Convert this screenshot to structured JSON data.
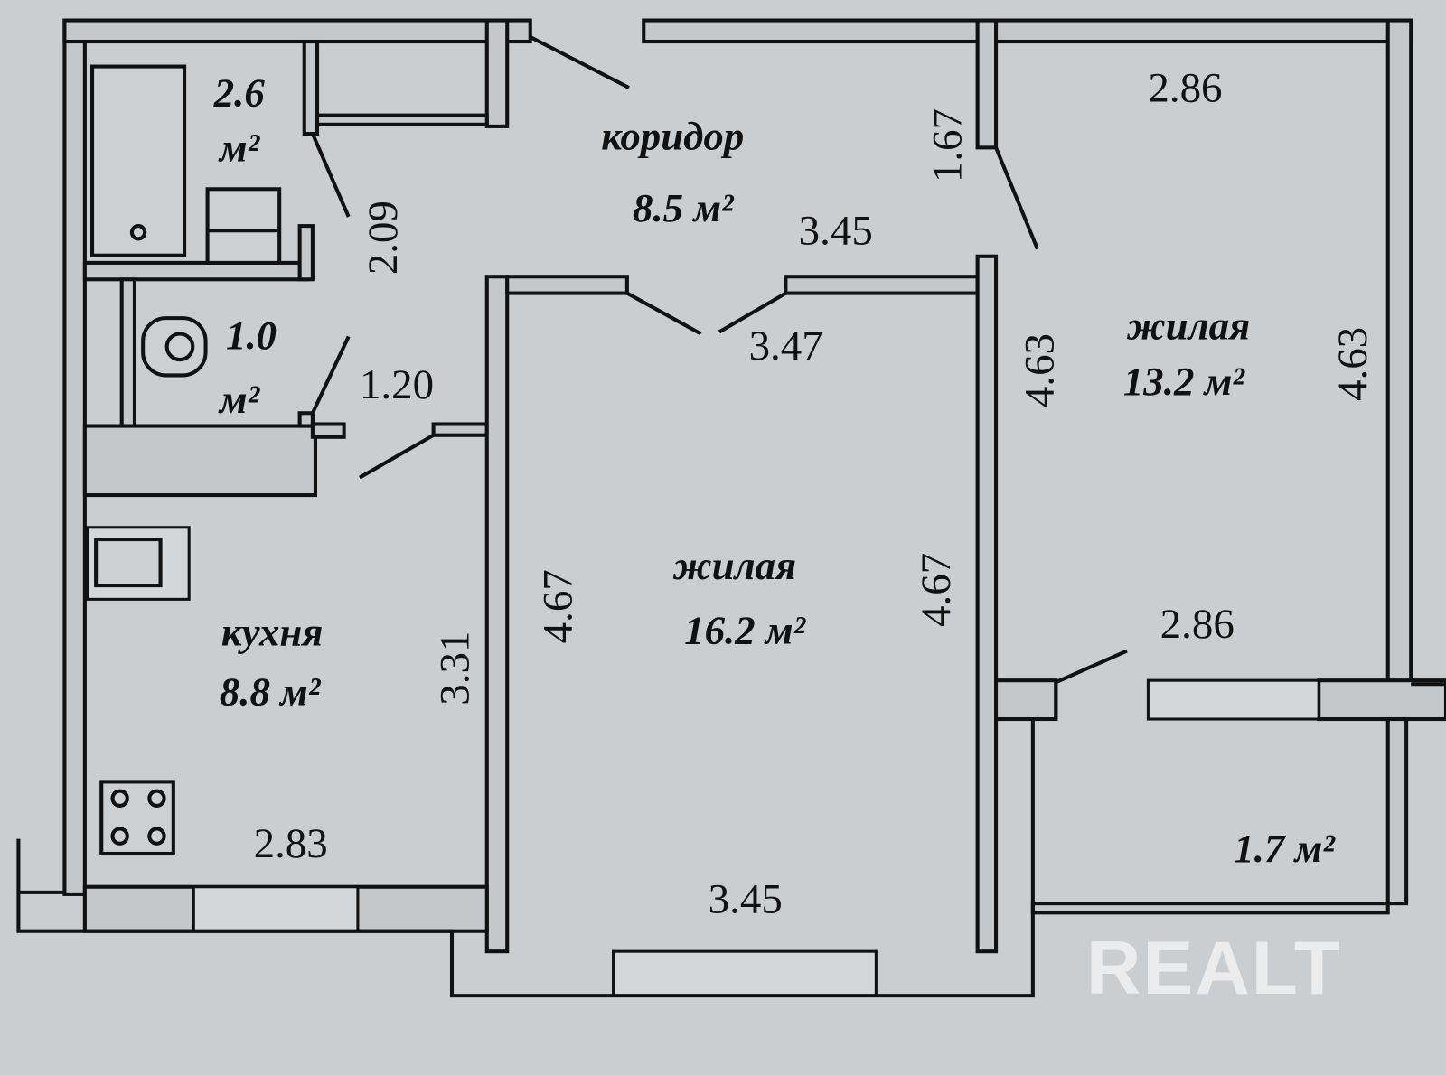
{
  "plan": {
    "rooms": {
      "bathroom": {
        "area": "2.6",
        "unit": "м²"
      },
      "toilet": {
        "area": "1.0",
        "unit": "м²"
      },
      "corridor": {
        "name": "коридор",
        "area": "8.5 м²"
      },
      "kitchen": {
        "name": "кухня",
        "area": "8.8 м²"
      },
      "living_large": {
        "name": "жилая",
        "area": "16.2 м²"
      },
      "living_small": {
        "name": "жилая",
        "area": "13.2 м²"
      },
      "balcony": {
        "area": "1.7 м²"
      }
    },
    "dimensions": {
      "bath_depth": "2.09",
      "toilet_width": "1.20",
      "corridor_width": "3.45",
      "corridor_side": "1.67",
      "living_top": "3.47",
      "living_left": "4.67",
      "living_right": "4.67",
      "living_bottom": "3.45",
      "kitchen_side": "3.31",
      "kitchen_bottom": "2.83",
      "bedroom_top": "2.86",
      "bedroom_left": "4.63",
      "bedroom_right": "4.63",
      "bedroom_bottom": "2.86"
    }
  },
  "watermark": "REALT"
}
